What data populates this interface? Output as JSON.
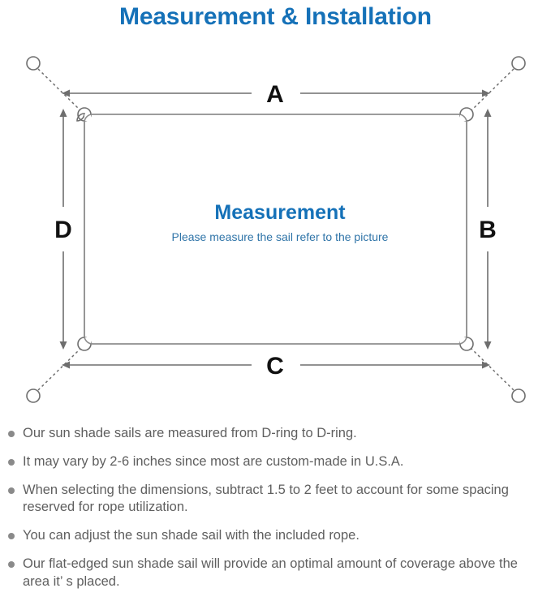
{
  "page": {
    "title": "Measurement & Installation",
    "title_color": "#1571b8"
  },
  "diagram": {
    "name": "sun-shade-sail-measurement-diagram",
    "center": {
      "heading": "Measurement",
      "subheading": "Please measure the sail refer to the picture",
      "heading_color": "#1571b8",
      "subheading_color": "#2f74a8"
    },
    "dimension_labels": {
      "top": "A",
      "right": "B",
      "bottom": "C",
      "left": "D"
    },
    "label_color": "#111111",
    "line_color": "#6e6e6e",
    "sail_stroke_color": "#8d8d8d",
    "hardware": {
      "corner_ring": "d-ring",
      "anchor_point": "anchor-ring",
      "connector": "rope-dashed-line"
    }
  },
  "notes": [
    "Our sun shade sails are measured from D-ring to D-ring.",
    "It may vary by 2-6 inches since most are custom-made in U.S.A.",
    "When selecting the dimensions, subtract 1.5 to 2 feet to account for some spacing reserved for rope utilization.",
    "You can adjust the sun shade sail with the included rope.",
    "Our flat-edged sun shade sail will provide an optimal amount of coverage above the area it’ s placed."
  ]
}
